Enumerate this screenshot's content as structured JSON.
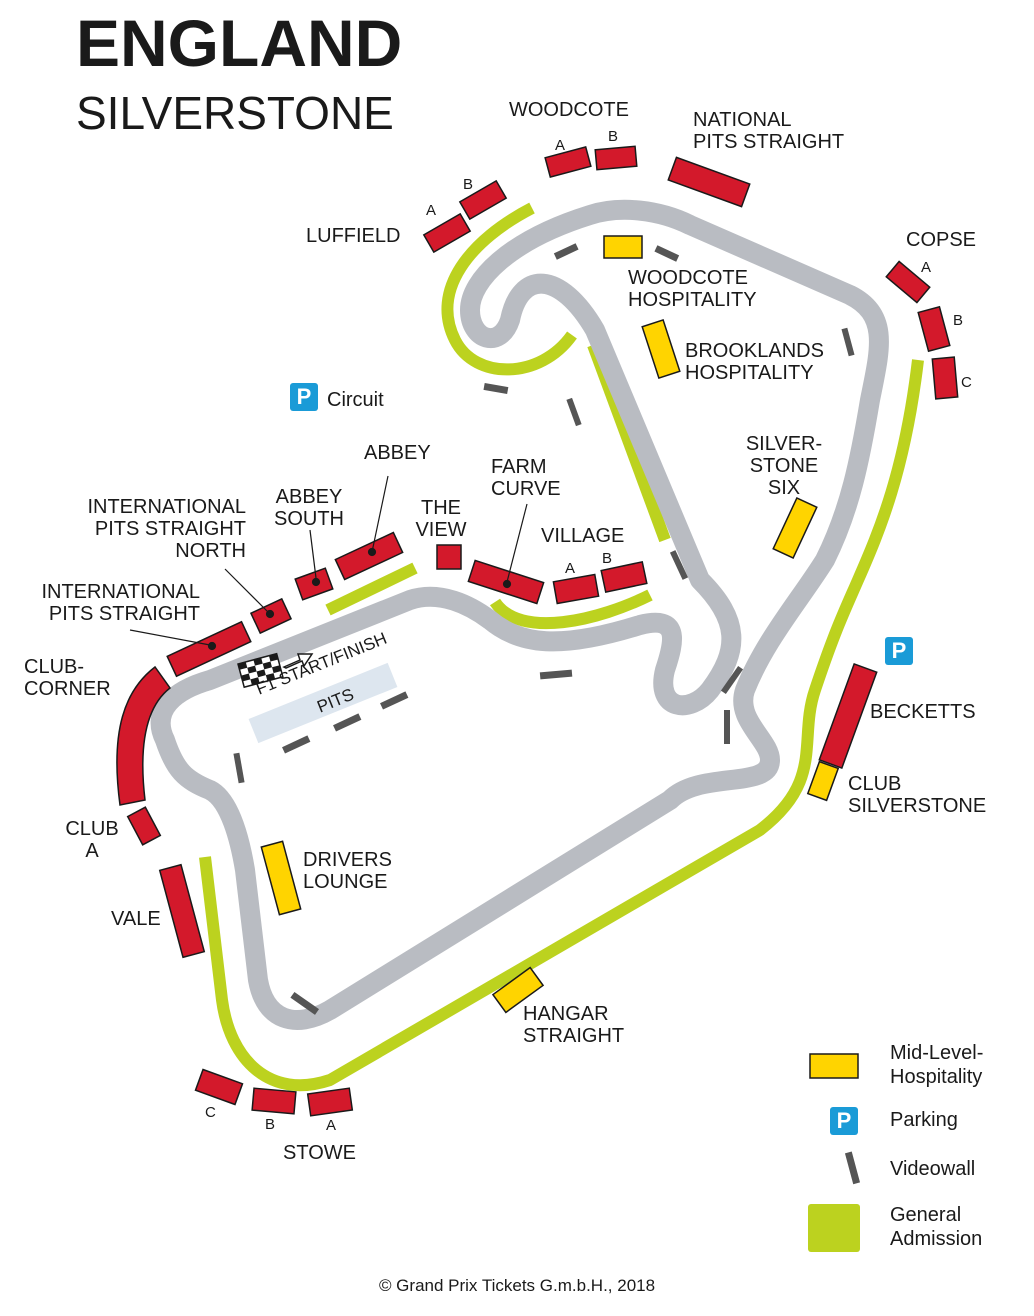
{
  "header": {
    "title": "ENGLAND",
    "subtitle": "SILVERSTONE"
  },
  "colors": {
    "grandstand": "#d3192b",
    "hospitality": "#ffd400",
    "general_admission": "#bcd21f",
    "track": "#b9bcc2",
    "parking": "#1a9bd7",
    "videowall": "#555555"
  },
  "labels": {
    "woodcote": "WOODCOTE",
    "national": [
      "NATIONAL",
      "PITS STRAIGHT"
    ],
    "luffield": "LUFFIELD",
    "copse": "COPSE",
    "woodcote_hosp": [
      "WOODCOTE",
      "HOSPITALITY"
    ],
    "brooklands": [
      "BROOKLANDS",
      "HOSPITALITY"
    ],
    "circuit": "Circuit",
    "abbey": "ABBEY",
    "farm": [
      "FARM",
      "CURVE"
    ],
    "silverstone_six": [
      "SILVER-",
      "STONE",
      "SIX"
    ],
    "ips_north": [
      "INTERNATIONAL",
      "PITS STRAIGHT",
      "NORTH"
    ],
    "abbey_south": [
      "ABBEY",
      "SOUTH"
    ],
    "the_view": [
      "THE",
      "VIEW"
    ],
    "village": "VILLAGE",
    "ips": [
      "INTERNATIONAL",
      "PITS STRAIGHT"
    ],
    "club_corner": [
      "CLUB-",
      "CORNER"
    ],
    "f1_start": "F1 START/FINISH",
    "pits": "PITS",
    "becketts": "BECKETTS",
    "club_silverstone": [
      "CLUB",
      "SILVERSTONE"
    ],
    "club_a": [
      "CLUB",
      "A"
    ],
    "drivers": [
      "DRIVERS",
      "LOUNGE"
    ],
    "vale": "VALE",
    "hangar": [
      "HANGAR",
      "STRAIGHT"
    ],
    "stowe": "STOWE",
    "letters": {
      "a": "A",
      "b": "B",
      "c": "C"
    }
  },
  "legend": {
    "hospitality": [
      "Mid-Level-",
      "Hospitality"
    ],
    "parking": "Parking",
    "parking_symbol": "P",
    "videowall": "Videowall",
    "general": [
      "General",
      "Admission"
    ]
  },
  "footer": {
    "copyright": "© Grand Prix Tickets G.m.b.H., 2018"
  }
}
